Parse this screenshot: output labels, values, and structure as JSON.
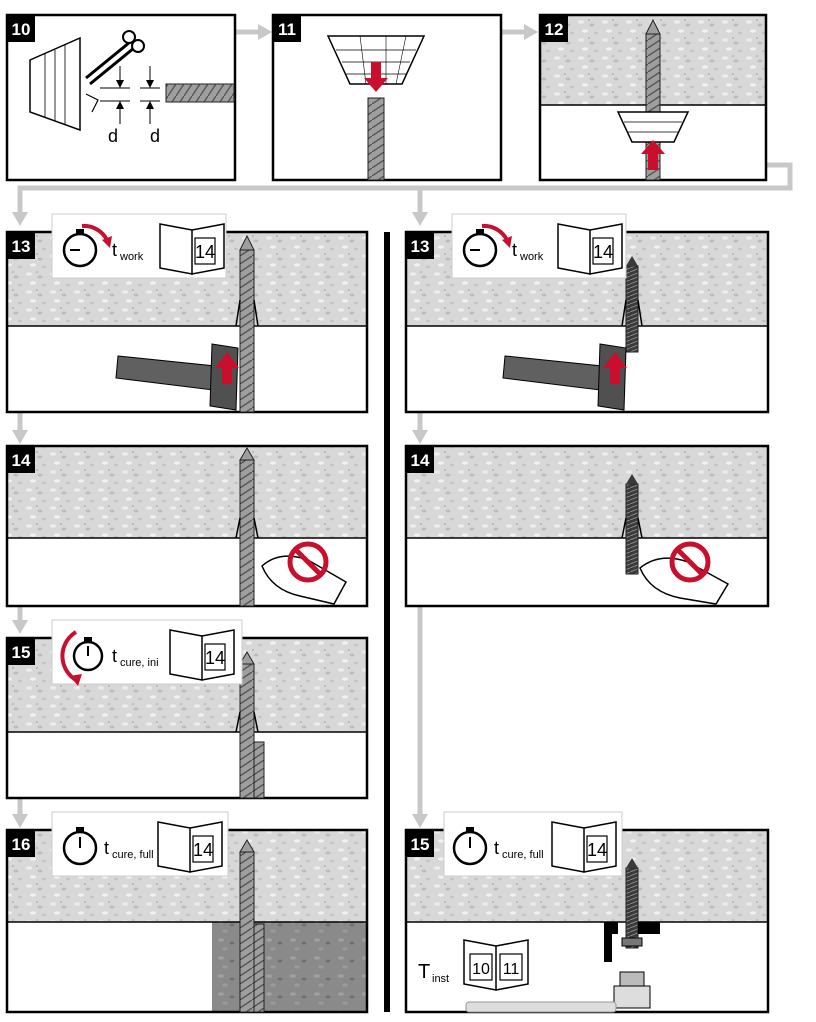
{
  "panels": {
    "p10": {
      "number": "10",
      "dim_left": "d",
      "dim_right": "d"
    },
    "p11": {
      "number": "11"
    },
    "p12": {
      "number": "12"
    },
    "p13L": {
      "number": "13",
      "time_base": "t",
      "time_sub": "work",
      "ref_page": "14"
    },
    "p13R": {
      "number": "13",
      "time_base": "t",
      "time_sub": "work",
      "ref_page": "14"
    },
    "p14L": {
      "number": "14"
    },
    "p14R": {
      "number": "14"
    },
    "p15L": {
      "number": "15",
      "time_base": "t",
      "time_sub": "cure, ini",
      "ref_page": "14"
    },
    "p16L": {
      "number": "16",
      "time_base": "t",
      "time_sub": "cure, full",
      "ref_page": "14"
    },
    "p15R": {
      "number": "15",
      "time_base": "t",
      "time_sub": "cure, full",
      "ref_page": "14",
      "torque_base": "T",
      "torque_sub": "inst",
      "ref_left": "10",
      "ref_right": "11"
    }
  },
  "colors": {
    "accent": "#c8102e",
    "concrete": "#d6d6d6",
    "flow": "#c8c8c8",
    "ink": "#000000"
  },
  "icons": [
    "scissors-icon",
    "stopwatch-icon",
    "manual-book-icon",
    "hammer-icon",
    "prohibition-icon",
    "hand-icon",
    "mixer-icon",
    "rebar-icon",
    "threaded-rod-icon"
  ]
}
